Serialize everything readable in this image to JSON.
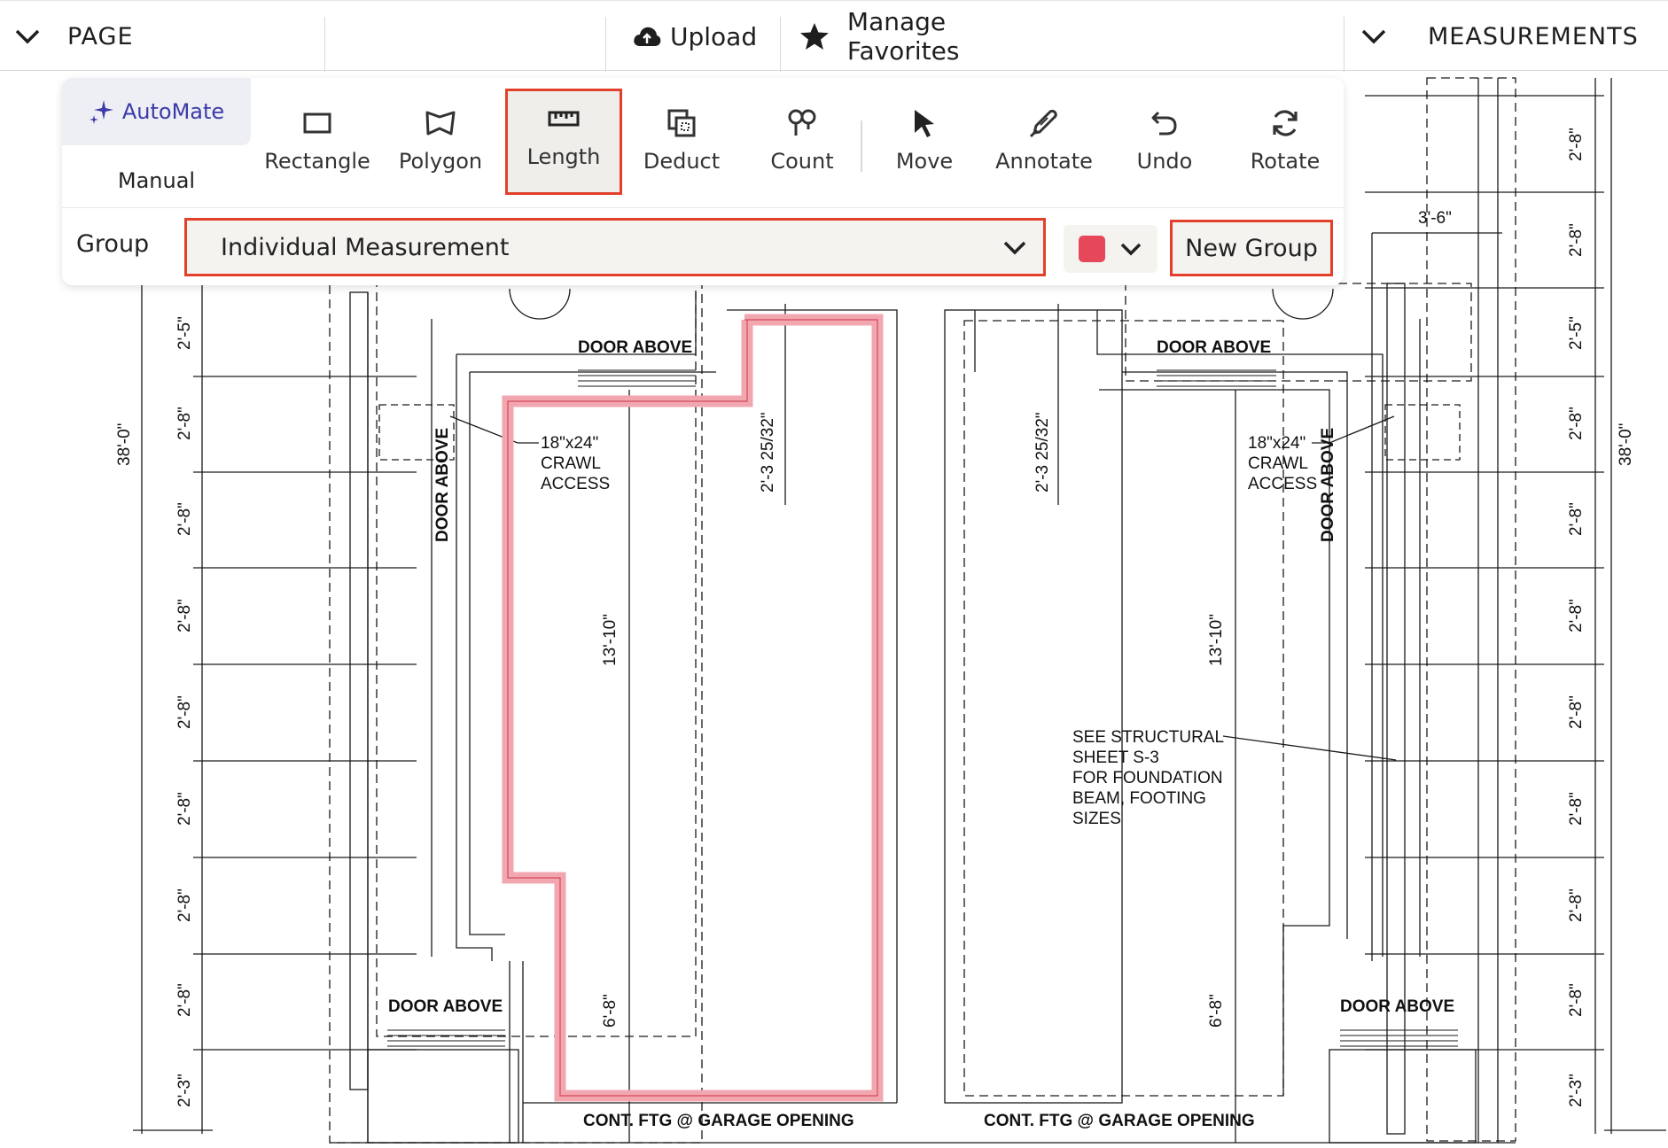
{
  "topbar": {
    "page_label": "PAGE",
    "upload_label": "Upload",
    "favorites_label": "Manage Favorites",
    "measurements_label": "MEASUREMENTS"
  },
  "toolbar": {
    "modes": {
      "automate": "AutoMate",
      "manual": "Manual"
    },
    "tools": [
      "Rectangle",
      "Polygon",
      "Length",
      "Deduct",
      "Count",
      "Move",
      "Annotate",
      "Undo",
      "Rotate"
    ],
    "active_tool": "Length",
    "group_label": "Group",
    "group_value": "Individual Measurement",
    "group_color": "#e64759",
    "new_group_label": "New Group"
  },
  "drawing": {
    "labels_left_dims": [
      "2'-5\"",
      "2'-8\"",
      "2'-8\"",
      "2'-8\"",
      "2'-8\"",
      "2'-8\"",
      "2'-8\"",
      "2'-8\"",
      "2'-3\""
    ],
    "labels_right_dims": [
      "2'-8\"",
      "2'-8\"",
      "2'-5\"",
      "2'-8\"",
      "2'-8\"",
      "2'-8\"",
      "2'-8\"",
      "2'-8\"",
      "2'-8\"",
      "2'-8\"",
      "2'-3\""
    ],
    "overall_dim": "38'-0\"",
    "dim_3_6": "3'-6\"",
    "door_above": "DOOR ABOVE",
    "crawl_access": [
      "18\"x24\"",
      "CRAWL",
      "ACCESS"
    ],
    "dim_2_3": "2'-3 25/32\"",
    "dim_13_10": "13'-10\"",
    "dim_6_8": "6'-8\"",
    "note_structural": [
      "SEE STRUCTURAL",
      "SHEET S-3",
      "FOR FOUNDATION",
      "BEAM, FOOTING",
      "SIZES"
    ],
    "cont_ftg": "CONT. FTG @ GARAGE OPENING",
    "highlight_color": "#f2a7b0"
  }
}
